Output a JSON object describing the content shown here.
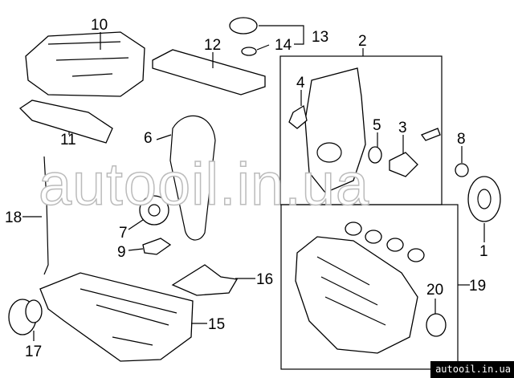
{
  "diagram": {
    "callouts": {
      "c1": "1",
      "c2": "2",
      "c3": "3",
      "c4": "4",
      "c5": "5",
      "c6": "6",
      "c7": "7",
      "c8": "8",
      "c9": "9",
      "c10": "10",
      "c11": "11",
      "c12": "12",
      "c13": "13",
      "c14": "14",
      "c15": "15",
      "c16": "16",
      "c17": "17",
      "c18": "18",
      "c19": "19",
      "c20": "20"
    },
    "watermark": "autooil.in.ua",
    "site_badge": "autooil.in.ua"
  }
}
